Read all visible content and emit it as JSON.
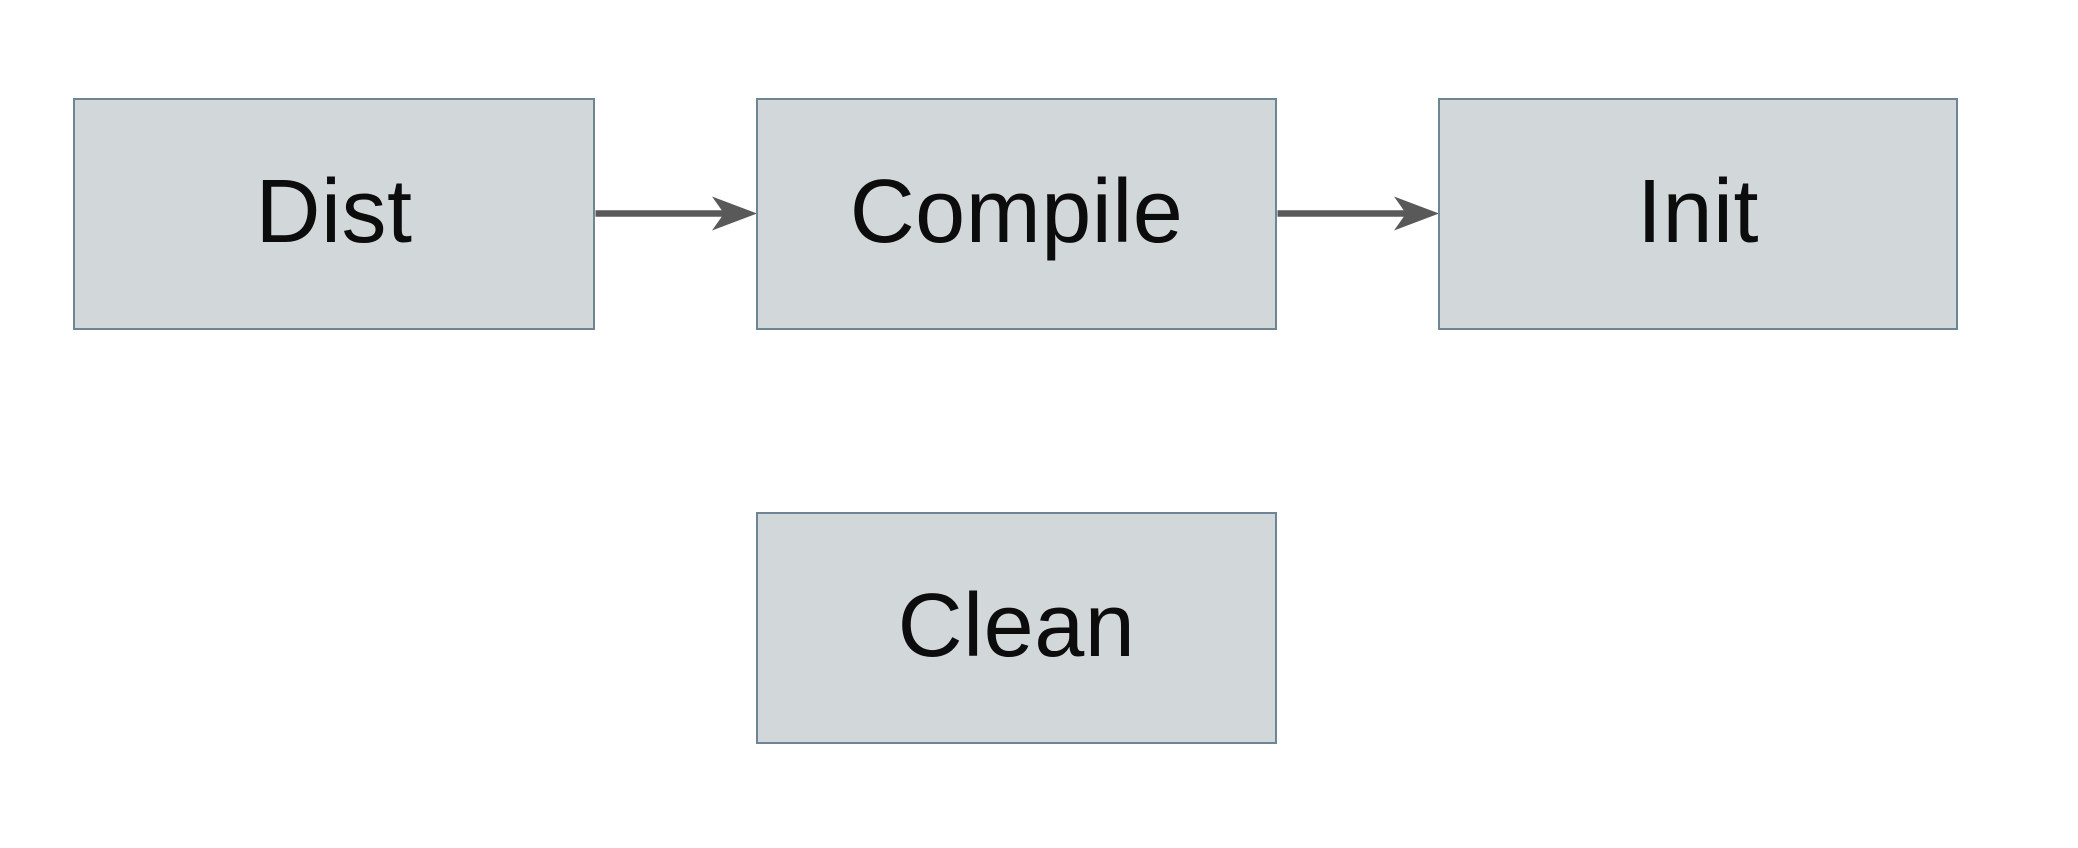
{
  "diagram": {
    "type": "flowchart",
    "background_color": "#ffffff",
    "node_fill_color": "#d2d8da",
    "node_border_color": "#6e8594",
    "node_text_color": "#0c0c0c",
    "arrow_color": "#595959",
    "nodes": [
      {
        "id": "dist",
        "label": "Dist"
      },
      {
        "id": "compile",
        "label": "Compile"
      },
      {
        "id": "init",
        "label": "Init"
      },
      {
        "id": "clean",
        "label": "Clean"
      }
    ],
    "edges": [
      {
        "from": "Dist",
        "to": "Compile",
        "direction": "right"
      },
      {
        "from": "Compile",
        "to": "Init",
        "direction": "right"
      }
    ]
  }
}
